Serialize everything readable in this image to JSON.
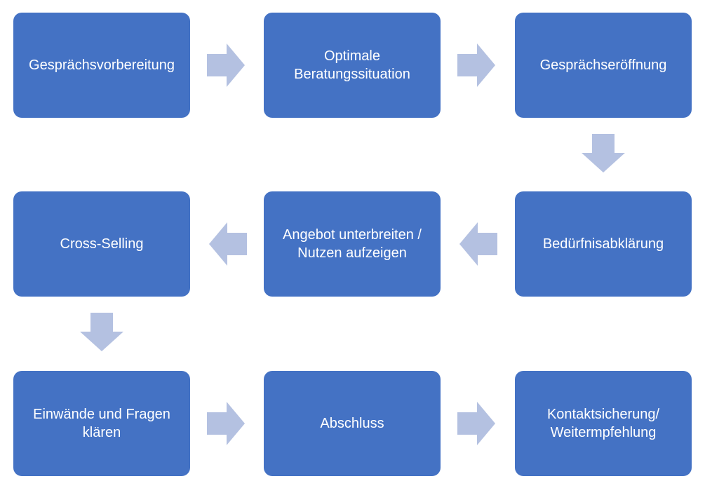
{
  "colors": {
    "box": "#4472c4",
    "arrow": "#b4c1e1",
    "text": "#ffffff"
  },
  "steps": [
    {
      "label": "Gesprächsvorbereitung"
    },
    {
      "label": "Optimale\nBeratungssituation"
    },
    {
      "label": "Gesprächseröffnung"
    },
    {
      "label": "Bedürfnisabklärung"
    },
    {
      "label": "Angebot unterbreiten /\nNutzen aufzeigen"
    },
    {
      "label": "Cross-Selling"
    },
    {
      "label": "Einwände und Fragen\nklären"
    },
    {
      "label": "Abschluss"
    },
    {
      "label": "Kontaktsicherung/\nWeitermpfehlung"
    }
  ]
}
